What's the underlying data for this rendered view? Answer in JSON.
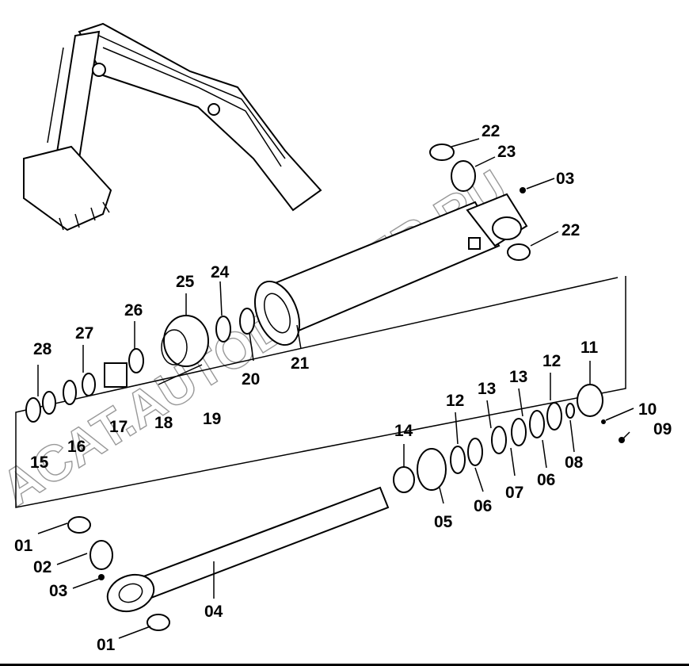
{
  "watermark": "ACAT.AUTODEALER.RU",
  "labels": {
    "p01a": "01",
    "p01b": "01",
    "p02": "02",
    "p03a": "03",
    "p03b": "03",
    "p04": "04",
    "p05": "05",
    "p06a": "06",
    "p06b": "06",
    "p07": "07",
    "p08": "08",
    "p09": "09",
    "p10": "10",
    "p11": "11",
    "p12a": "12",
    "p12b": "12",
    "p13a": "13",
    "p13b": "13",
    "p14": "14",
    "p15": "15",
    "p16": "16",
    "p17": "17",
    "p18": "18",
    "p19": "19",
    "p20": "20",
    "p21": "21",
    "p22a": "22",
    "p22b": "22",
    "p23": "23",
    "p24": "24",
    "p25": "25",
    "p26": "26",
    "p27": "27",
    "p28": "28"
  }
}
